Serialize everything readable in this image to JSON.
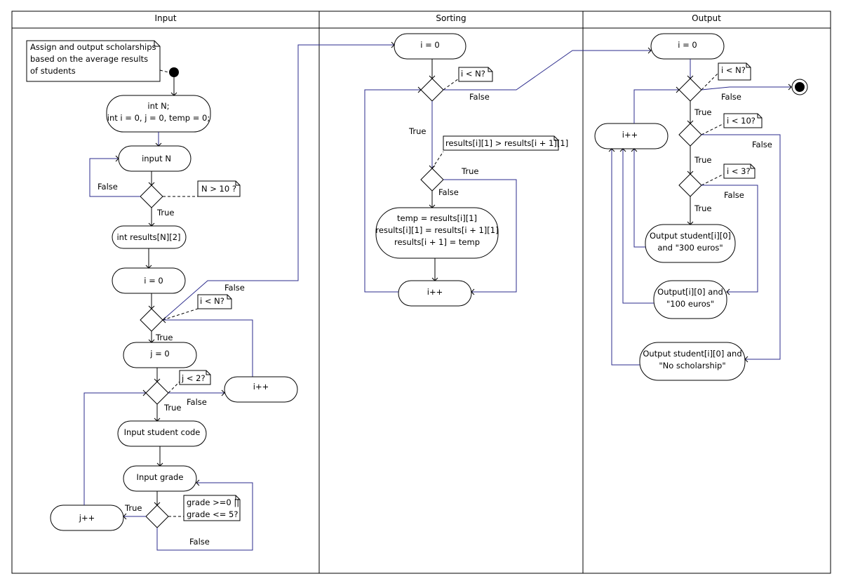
{
  "swimlanes": [
    "Input",
    "Sorting",
    "Output"
  ],
  "input": {
    "intro_note": [
      "Assign and output scholarships",
      "based on the average results",
      " of students"
    ],
    "declare": [
      "int N;",
      "int i = 0, j = 0, temp = 0;"
    ],
    "input_n": "input N",
    "n_cond": "N > 10 ?",
    "results_decl": "int results[N][2]",
    "i_init": "i = 0",
    "i_cond": "i < N?",
    "j_init": "j = 0",
    "j_cond": "j < 2?",
    "i_inc": "i++",
    "input_code": "Input student code",
    "input_grade": "Input grade",
    "grade_cond": [
      "grade >=0 ||",
      "grade <= 5?"
    ],
    "j_inc": "j++"
  },
  "sorting": {
    "i_init": "i = 0",
    "i_cond": "i < N?",
    "compare_cond": "results[i][1] > results[i + 1][1]",
    "swap": [
      "temp = results[i][1]",
      "results[i][1] = results[i + 1][1]",
      "results[i + 1] = temp"
    ],
    "i_inc": "i++"
  },
  "output": {
    "i_init": "i = 0",
    "i_cond": "i < N?",
    "i_inc": "i++",
    "cond_10": "i < 10?",
    "cond_3": "i < 3?",
    "out_300": [
      "Output student[i][0]",
      "and \"300 euros\""
    ],
    "out_100": [
      "Output[i][0] and",
      "\"100 euros\""
    ],
    "out_none": [
      "Output student[i][0] and",
      "\"No scholarship\""
    ]
  },
  "labels": {
    "true": "True",
    "false": "False"
  }
}
